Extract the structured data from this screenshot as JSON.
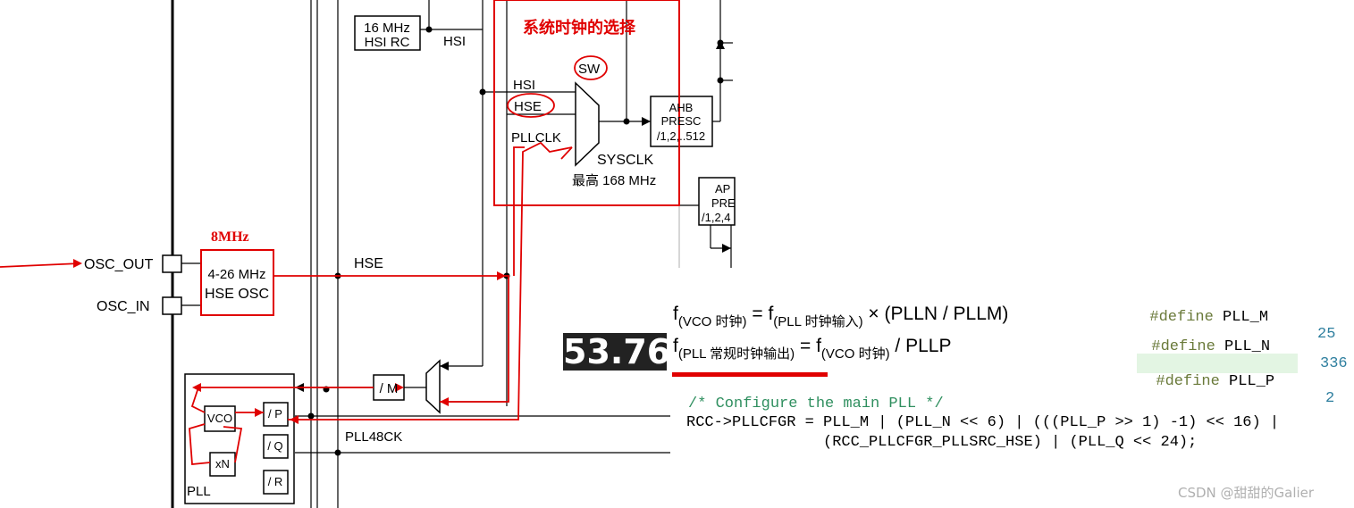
{
  "diagram": {
    "sel_title": "系统时钟的选择",
    "hsi_rc_line1": "16 MHz",
    "hsi_rc_line2": "HSI RC",
    "hsi_label_top": "HSI",
    "mux_in_hsi": "HSI",
    "mux_in_hse": "HSE",
    "mux_in_pllclk": "PLLCLK",
    "sw_label": "SW",
    "sysclk_label": "SYSCLK",
    "sysclk_max": "最高 168 MHz",
    "ahb_line1": "AHB",
    "ahb_line2": "PRESC",
    "ahb_line3": "/1,2,..512",
    "apb_line1": "AP",
    "apb_line2": "PRE",
    "apb_line3": "/1,2,4",
    "osc_out": "OSC_OUT",
    "osc_in": "OSC_IN",
    "hse_freq_note": "8MHz",
    "hse_osc_line1": "4-26 MHz",
    "hse_osc_line2": "HSE OSC",
    "hse_wire_label": "HSE",
    "div_m": "/ M",
    "vco": "VCO",
    "div_p": "/ P",
    "div_q": "/ Q",
    "div_r": "/ R",
    "mul_n": "xN",
    "pll_label": "PLL",
    "pll48ck": "PLL48CK"
  },
  "formula": {
    "badge": "53.76",
    "l1_f": "f",
    "l1_sub1": "(VCO 时钟)",
    "l1_eq": " = f",
    "l1_sub2": "(PLL 时钟输入)",
    "l1_rest": " × (PLLN / PLLM)",
    "l2_f": "f",
    "l2_sub1": "(PLL 常规时钟输出)",
    "l2_eq": " = f",
    "l2_sub2": "(VCO 时钟)",
    "l2_rest": " / PLLP"
  },
  "defines": [
    {
      "kw": "#define",
      "name": " PLL_M",
      "value": "25"
    },
    {
      "kw": "#define",
      "name": " PLL_N",
      "value": "336"
    },
    {
      "kw": "#define",
      "name": " PLL_P",
      "value": "2"
    }
  ],
  "code": {
    "comment": "/* Configure the main PLL */",
    "line1": "RCC->PLLCFGR = PLL_M | (PLL_N << 6) | (((PLL_P >> 1) -1) << 16) |",
    "line2": "               (RCC_PLLCFGR_PLLSRC_HSE) | (PLL_Q << 24);"
  },
  "watermark": "CSDN @甜甜的Galier"
}
